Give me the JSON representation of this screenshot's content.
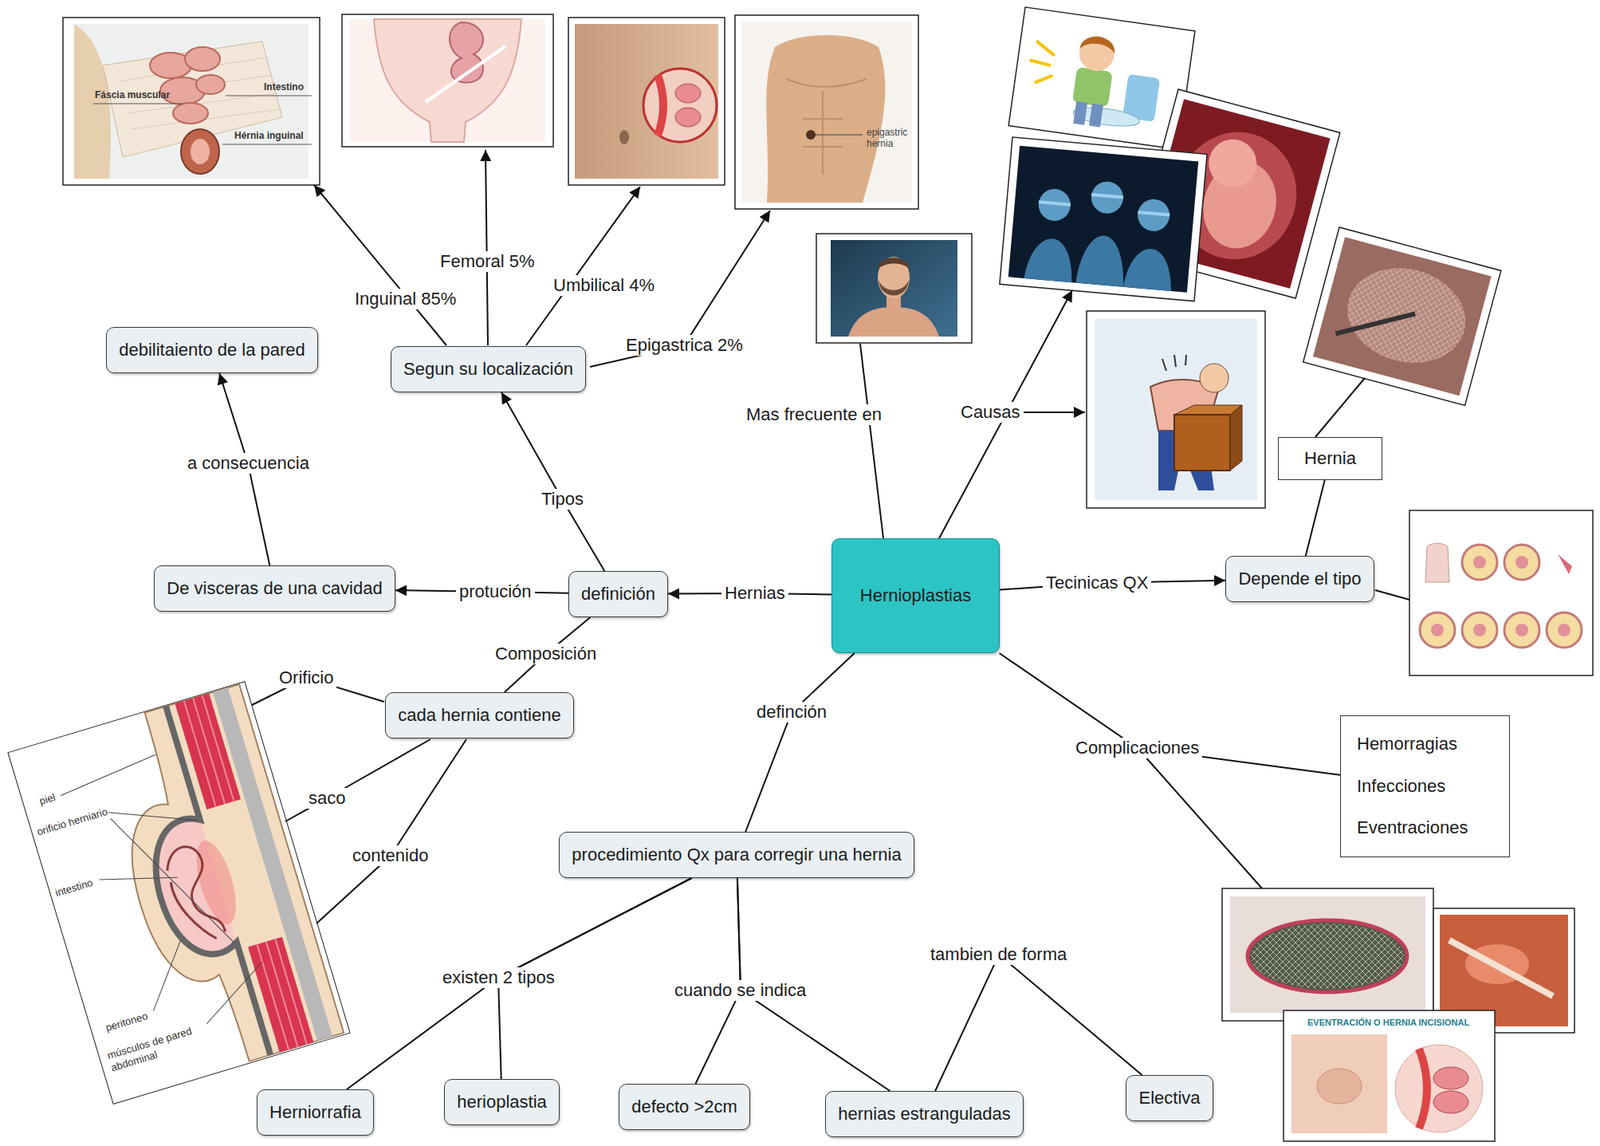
{
  "diagram": {
    "nodes": [
      {
        "text": [
          "debilitaiento de la pared"
        ]
      },
      {
        "text": [
          "Segun su localización"
        ]
      },
      {
        "text": [
          "Hernia"
        ]
      },
      {
        "text": [
          "De visceras de una cavidad"
        ]
      },
      {
        "text": [
          "definición"
        ]
      },
      {
        "text": [
          "Hernioplastias"
        ]
      },
      {
        "text": [
          "Depende el tipo"
        ]
      },
      {
        "text": [
          "cada hernia contiene"
        ]
      },
      {
        "text": [
          "Hemorragias",
          "Infecciones",
          "Eventraciones"
        ]
      },
      {
        "text": [
          "procedimiento Qx para corregir una hernia"
        ]
      },
      {
        "text": [
          "herioplastia"
        ]
      },
      {
        "text": [
          "Electiva"
        ]
      },
      {
        "text": [
          "defecto >2cm"
        ]
      },
      {
        "text": [
          "Herniorrafia"
        ]
      },
      {
        "text": [
          "hernias estranguladas"
        ]
      }
    ],
    "edges": [
      {
        "from": 5,
        "to": 4,
        "arrow": "to",
        "label": "Hernias"
      },
      {
        "from": 4,
        "to": 3,
        "arrow": "to",
        "label": "protución"
      },
      {
        "from": 4,
        "to": 1,
        "arrow": "to",
        "label": "Tipos"
      },
      {
        "from": 3,
        "to": 0,
        "arrow": "to",
        "label": "a consecuencia"
      },
      {
        "from": 4,
        "to": 7,
        "arrow": "none",
        "label": "Composición"
      },
      {
        "from": 5,
        "to": 9,
        "arrow": "none",
        "label": "definción"
      },
      {
        "from": 5,
        "to": 6,
        "arrow": "to",
        "label": "Tecinicas QX"
      },
      {
        "from": 5,
        "to": 8,
        "arrow": "none",
        "label": "Complicaciones"
      },
      {
        "from": 6,
        "to": 2,
        "arrow": "none"
      },
      {
        "from": 9,
        "to": 13,
        "arrow": "none",
        "label": "existen 2 tipos"
      },
      {
        "from": 9,
        "to": 10,
        "arrow": "none"
      },
      {
        "from": 9,
        "to": 12,
        "arrow": "none",
        "label": "cuando se indica"
      },
      {
        "from": 9,
        "to": 14,
        "arrow": "none"
      },
      {
        "from": 14,
        "to": 11,
        "arrow": "none",
        "label": "tambien de forma"
      }
    ],
    "labels": [
      "Inguinal 85%",
      "Femoral 5%",
      "Umbilical 4%",
      "Epigastrica 2%",
      "Mas frecuente en",
      "Causas",
      "Orificio",
      "saco",
      "contenido",
      "Fáscia muscular",
      "Intestino",
      "Hérnia inguinal",
      "epigastric hernia",
      "piel",
      "orificio herniario",
      "intestino",
      "peritoneo",
      "músculos de pared abdominal",
      "EVENTRACIÓN O HERNIA INCISIONAL"
    ]
  }
}
